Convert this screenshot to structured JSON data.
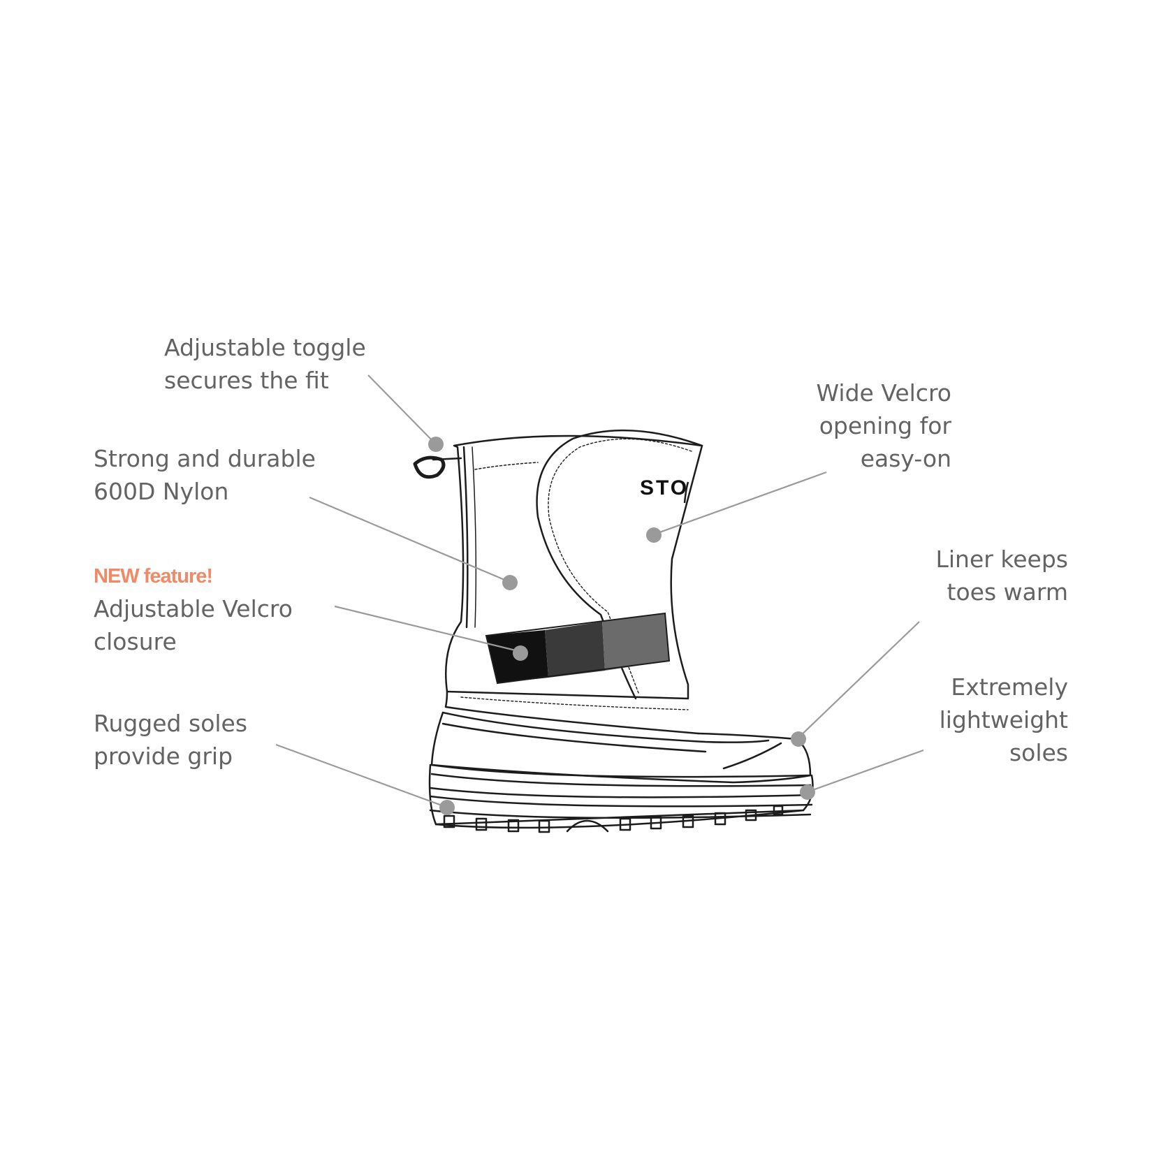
{
  "colors": {
    "text": "#636363",
    "accent": "#f08a66",
    "callout": "#9a9a9a",
    "outline": "#1c1c1c"
  },
  "boot": {
    "logo_text": "STO"
  },
  "callouts": {
    "toggle": {
      "line1": "Adjustable toggle",
      "line2": "secures the fit"
    },
    "nylon": {
      "line1": "Strong and durable",
      "line2": "600D Nylon"
    },
    "velcro_closure": {
      "badge": "NEW feature!",
      "line1": "Adjustable Velcro",
      "line2": "closure"
    },
    "soles_grip": {
      "line1": "Rugged soles",
      "line2": "provide grip"
    },
    "wide_velcro": {
      "line1": "Wide Velcro",
      "line2": "opening for",
      "line3": "easy-on"
    },
    "liner": {
      "line1": "Liner keeps",
      "line2": "toes warm"
    },
    "lightweight": {
      "line1": "Extremely",
      "line2": "lightweight",
      "line3": "soles"
    }
  }
}
